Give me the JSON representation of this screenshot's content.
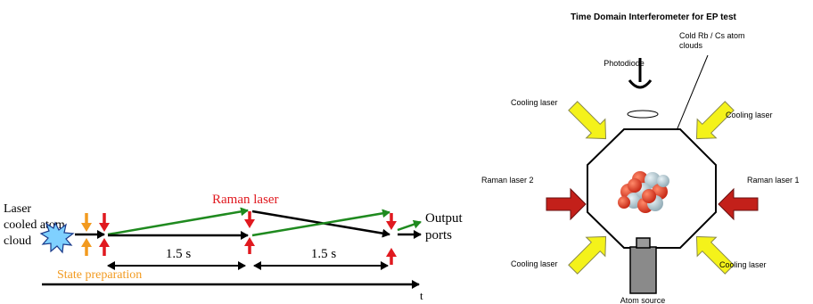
{
  "left_panel": {
    "source_label_lines": [
      "Laser",
      "cooled atom",
      "cloud"
    ],
    "raman_label": "Raman laser",
    "output_label_lines": [
      "Output",
      "ports"
    ],
    "interval_1": "1.5 s",
    "interval_2": "1.5 s",
    "state_prep_label": "State preparation",
    "time_axis_label": "t",
    "colors": {
      "raman": "#e0191f",
      "state_prep": "#f29a1f",
      "path_upper": "#1f8a1f",
      "path_lower": "#000000",
      "atom_cloud_fill": "#7fd0ff"
    }
  },
  "right_panel": {
    "title": "Time Domain Interferometer for EP test",
    "photodiode_label": "Photodiode",
    "atom_clouds_label_lines": [
      "Cold Rb / Cs atom",
      "clouds"
    ],
    "cooling_laser_labels": [
      "Cooling laser",
      "Cooling laser",
      "Cooling laser",
      "Cooling laser"
    ],
    "raman_laser_2_label": "Raman laser 2",
    "raman_laser_1_label": "Raman laser 1",
    "atom_source_label": "Atom source",
    "colors": {
      "cooling_arrow": "#f4f21a",
      "raman_arrow": "#c3201a",
      "atom_red": "#d8361f",
      "atom_grey": "#b9cdd6",
      "source": "#8a8a8a"
    }
  }
}
